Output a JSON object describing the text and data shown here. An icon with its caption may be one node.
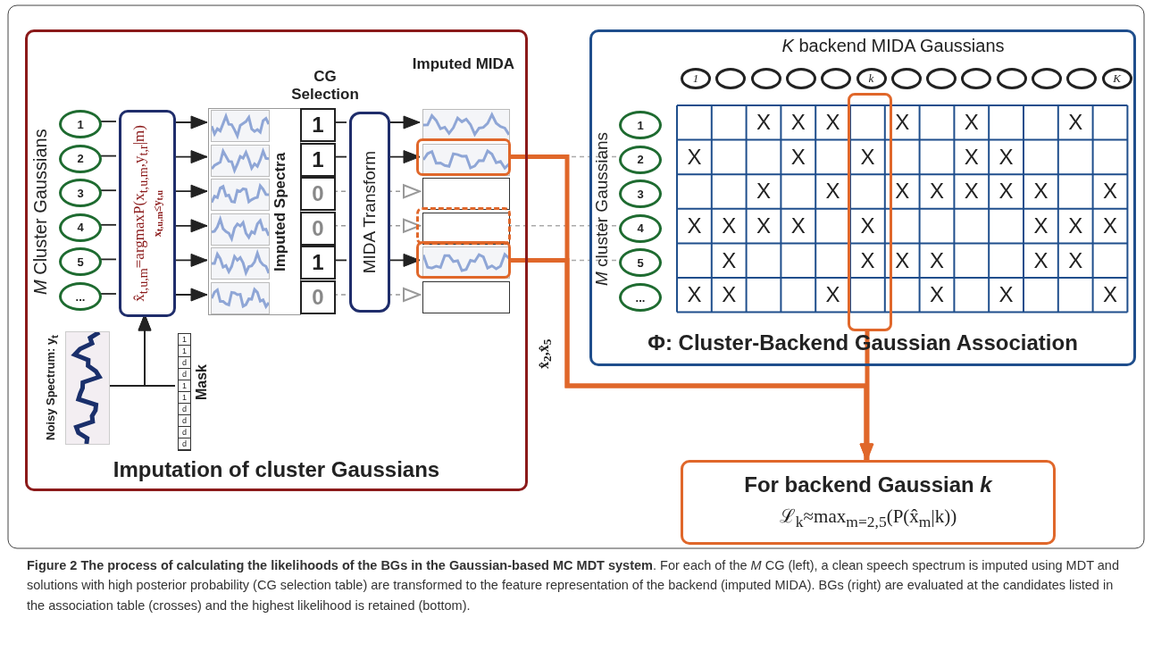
{
  "diagram": {
    "caption": "**Figure 2 The process of calculating the likelihoods of the BGs in the Gaussian-based MC MDT system**. For each of the *M* CG (left), a clean speech spectrum is imputed using MDT and solutions with high posterior probability (CG selection table) are transformed to the feature representation of the backend (imputed MIDA). BGs (right) are evaluated at the candidates listed in the association table (crosses) and the highest likelihood is retained (bottom).",
    "nodes": [
      {
        "text": [
          "Imputation of cluster Gaussians"
        ]
      },
      {
        "text": [
          "1"
        ],
        "in": 0
      },
      {
        "text": [
          "2"
        ],
        "in": 0
      },
      {
        "text": [
          "3"
        ],
        "in": 0
      },
      {
        "text": [
          "4"
        ],
        "in": 0
      },
      {
        "text": [
          "5"
        ],
        "in": 0
      },
      {
        "text": [
          "..."
        ],
        "in": 0
      },
      {
        "text": [
          "x̂$_{t,u,m}$=argmaxP(x$_{t,u,m}$,y$_{t,r}$|m)",
          "x$_{t,u,m}$≤y$_{t,u}$"
        ],
        "in": 0
      },
      {
        "text": [
          "Imputed Spectra"
        ],
        "in": 0
      },
      {
        "text": [],
        "shape": "picture",
        "in": 8
      },
      {
        "text": [],
        "shape": "picture",
        "in": 8
      },
      {
        "text": [],
        "shape": "picture",
        "in": 8
      },
      {
        "text": [],
        "shape": "picture",
        "in": 8
      },
      {
        "text": [],
        "shape": "picture",
        "in": 8
      },
      {
        "text": [],
        "shape": "picture",
        "in": 8
      },
      {
        "text": [
          "1"
        ],
        "in": 0
      },
      {
        "text": [
          "1"
        ],
        "in": 0
      },
      {
        "text": [
          "0"
        ],
        "in": 0
      },
      {
        "text": [
          "0"
        ],
        "in": 0
      },
      {
        "text": [
          "1"
        ],
        "in": 0
      },
      {
        "text": [
          "0"
        ],
        "in": 0
      },
      {
        "text": [
          "MIDA Transform"
        ],
        "in": 0
      },
      {
        "text": [],
        "shape": "picture",
        "in": 0
      },
      {
        "text": [],
        "shape": "picture",
        "in": 0
      },
      {
        "text": [],
        "shape": "box",
        "in": 0
      },
      {
        "text": [],
        "shape": "box",
        "in": 0
      },
      {
        "text": [],
        "shape": "picture",
        "in": 0
      },
      {
        "text": [],
        "shape": "box",
        "in": 0
      },
      {
        "text": [
          "Noisy Spectrum: y$_{t}$"
        ],
        "in": 0
      },
      {
        "text": [
          "Mask"
        ],
        "in": 0
      },
      {
        "text": [
          "Φ: Cluster-Backend Gaussian Association"
        ]
      },
      {
        "text": [
          "1"
        ],
        "in": 30
      },
      {
        "text": [],
        "shape": "circle",
        "in": 30
      },
      {
        "text": [],
        "shape": "circle",
        "in": 30
      },
      {
        "text": [],
        "shape": "circle",
        "in": 30
      },
      {
        "text": [],
        "shape": "circle",
        "in": 30
      },
      {
        "text": [
          "k"
        ],
        "in": 30
      },
      {
        "text": [],
        "shape": "circle",
        "in": 30
      },
      {
        "text": [],
        "shape": "circle",
        "in": 30
      },
      {
        "text": [],
        "shape": "circle",
        "in": 30
      },
      {
        "text": [],
        "shape": "circle",
        "in": 30
      },
      {
        "text": [],
        "shape": "circle",
        "in": 30
      },
      {
        "text": [],
        "shape": "circle",
        "in": 30
      },
      {
        "text": [
          "K"
        ],
        "in": 30
      },
      {
        "text": [
          "1"
        ],
        "in": 30
      },
      {
        "text": [
          "2"
        ],
        "in": 30
      },
      {
        "text": [
          "3"
        ],
        "in": 30
      },
      {
        "text": [
          "4"
        ],
        "in": 30
      },
      {
        "text": [
          "5"
        ],
        "in": 30
      },
      {
        "text": [
          "..."
        ],
        "in": 30
      },
      {
        "text": [],
        "shape": "box",
        "in": 30
      },
      {
        "text": [
          "For backend Gaussian *k*",
          "ℒ$_{k}$≈max$_{m=2,5}$(P(x̂$_{m}$|k))"
        ]
      }
    ],
    "edges": [
      {
        "from": 1,
        "to": 7,
        "arrow": "none"
      },
      {
        "from": 2,
        "to": 7,
        "arrow": "none"
      },
      {
        "from": 3,
        "to": 7,
        "arrow": "none"
      },
      {
        "from": 4,
        "to": 7,
        "arrow": "none"
      },
      {
        "from": 5,
        "to": 7,
        "arrow": "none"
      },
      {
        "from": 6,
        "to": 7,
        "arrow": "none"
      },
      {
        "from": 7,
        "to": 9,
        "arrow": "to"
      },
      {
        "from": 7,
        "to": 10,
        "arrow": "to"
      },
      {
        "from": 7,
        "to": 11,
        "arrow": "to"
      },
      {
        "from": 7,
        "to": 12,
        "arrow": "to"
      },
      {
        "from": 7,
        "to": 13,
        "arrow": "to"
      },
      {
        "from": 7,
        "to": 14,
        "arrow": "to"
      },
      {
        "from": 15,
        "to": 21,
        "arrow": "none"
      },
      {
        "from": 16,
        "to": 21,
        "arrow": "none"
      },
      {
        "from": 17,
        "to": 21,
        "arrow": "none",
        "style": "dashed",
        "color": "#999999"
      },
      {
        "from": 18,
        "to": 21,
        "arrow": "none",
        "style": "dashed",
        "color": "#999999"
      },
      {
        "from": 19,
        "to": 21,
        "arrow": "none"
      },
      {
        "from": 20,
        "to": 21,
        "arrow": "none",
        "style": "dashed",
        "color": "#999999"
      },
      {
        "from": 21,
        "to": 22,
        "arrow": "to"
      },
      {
        "from": 21,
        "to": 23,
        "arrow": "to"
      },
      {
        "from": 21,
        "to": 24,
        "arrow": "to",
        "style": "dashed",
        "color": "#999999"
      },
      {
        "from": 21,
        "to": 25,
        "arrow": "to",
        "style": "dashed",
        "color": "#999999"
      },
      {
        "from": 21,
        "to": 26,
        "arrow": "to"
      },
      {
        "from": 21,
        "to": 27,
        "arrow": "to",
        "style": "dashed",
        "color": "#999999"
      },
      {
        "from": 28,
        "to": 7,
        "arrow": "to"
      },
      {
        "from": 29,
        "to": 7,
        "arrow": "to"
      },
      {
        "from": 23,
        "to": 45,
        "arrow": "none",
        "style": "dashed",
        "color": "#aaaaaa"
      },
      {
        "from": 25,
        "to": 47,
        "arrow": "none",
        "style": "dashed",
        "color": "#aaaaaa"
      },
      {
        "from": 26,
        "to": 48,
        "arrow": "none",
        "style": "dashed",
        "color": "#aaaaaa"
      },
      {
        "from": 23,
        "to": 51,
        "arrow": "to",
        "style": "thick",
        "color": "#e0672a"
      },
      {
        "from": 26,
        "to": 51,
        "arrow": "to",
        "style": "thick",
        "color": "#e0672a"
      },
      {
        "from": 50,
        "to": 51,
        "arrow": "to",
        "style": "thick",
        "color": "#e0672a"
      }
    ],
    "labels": [
      "*M* Cluster Gaussians",
      "CG Selection",
      "Imputed MIDA",
      "1",
      "1",
      "d",
      "d",
      "1",
      "1",
      "d",
      "d",
      "d",
      "d",
      "x̂$_{2}$,x̂$_{5}$",
      "*K* backend MIDA Gaussians",
      "*M* cluster Gaussians",
      "X",
      "X",
      "X",
      "X",
      "X",
      "X",
      "X",
      "X",
      "X",
      "X",
      "X",
      "X",
      "X",
      "X",
      "X",
      "X",
      "X",
      "X",
      "X",
      "X",
      "X",
      "X",
      "X",
      "X",
      "X",
      "X",
      "X",
      "X",
      "X",
      "X",
      "X",
      "X",
      "X",
      "X",
      "X",
      "X",
      "X",
      "X",
      "X"
    ]
  }
}
